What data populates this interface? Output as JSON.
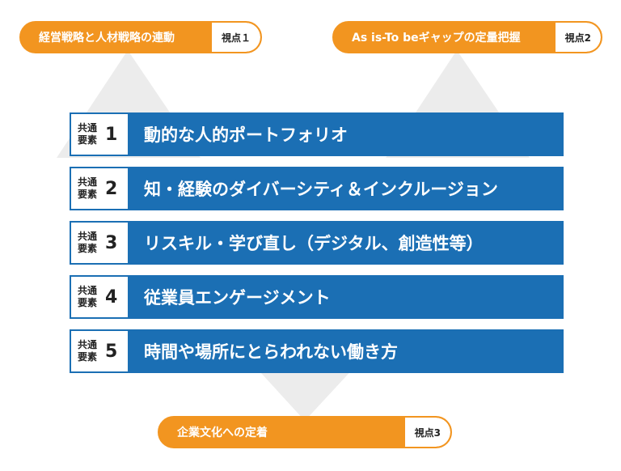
{
  "viewpoints": [
    {
      "label": "経営戦略と人材戦略の連動",
      "tag": "視点１"
    },
    {
      "label": "As is-To beギャップの定量把握",
      "tag": "視点2"
    },
    {
      "label": "企業文化への定着",
      "tag": "視点3"
    }
  ],
  "elements": [
    {
      "common": "共通要素",
      "number": "1",
      "title": "動的な人的ポートフォリオ"
    },
    {
      "common": "共通要素",
      "number": "2",
      "title": "知・経験のダイバーシティ＆インクルージョン"
    },
    {
      "common": "共通要素",
      "number": "3",
      "title": "リスキル・学び直し（デジタル、創造性等）"
    },
    {
      "common": "共通要素",
      "number": "4",
      "title": "従業員エンゲージメント"
    },
    {
      "common": "共通要素",
      "number": "5",
      "title": "時間や場所にとらわれない働き方"
    }
  ],
  "colors": {
    "accent": "#f29520",
    "primary": "#1b6fb4",
    "triangle": "#e9e9e9"
  }
}
